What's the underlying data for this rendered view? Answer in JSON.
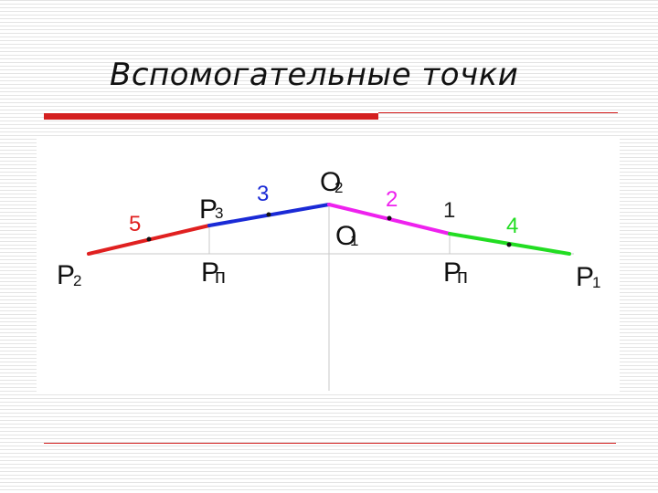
{
  "slide": {
    "title": "Вспомогательные точки"
  },
  "diagram": {
    "points": {
      "P1": {
        "letter": "P",
        "sub": "1"
      },
      "P2": {
        "letter": "P",
        "sub": "2"
      },
      "P3": {
        "letter": "P",
        "sub": "3"
      },
      "Pp_left": {
        "letter": "P",
        "sub": "п"
      },
      "Pp_right": {
        "letter": "P",
        "sub": "п"
      },
      "O1": {
        "letter": "O",
        "sub": "1"
      },
      "O2": {
        "letter": "O",
        "sub": "2"
      }
    },
    "segment_labels": {
      "s5": "5",
      "s3": "3",
      "s2": "2",
      "s1": "1",
      "s4": "4"
    },
    "colors": {
      "segment_5": "#e02020",
      "segment_3": "#1a2ad6",
      "segment_2": "#ee22ee",
      "segment_4": "#22dd22",
      "label_1": "#222222",
      "guides": "#c8c8c8",
      "title_rule": "#d42020"
    }
  }
}
